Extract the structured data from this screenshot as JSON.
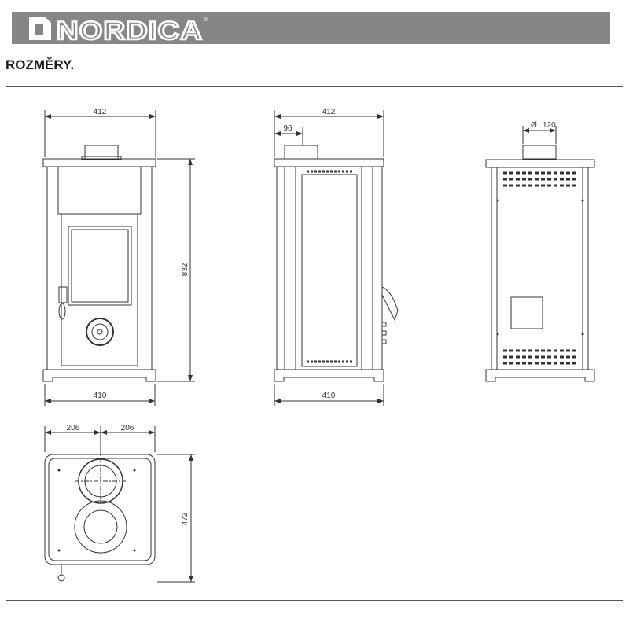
{
  "header": {
    "brand": "NORDICA",
    "registered_mark": "®"
  },
  "title": "ROZMĚRY.",
  "views": {
    "front": {
      "width_top": "412",
      "height": "832",
      "width_base": "410"
    },
    "side": {
      "width_top": "412",
      "flue_offset": "96",
      "width_base": "410"
    },
    "back": {
      "flue_diameter_symbol": "Ø",
      "flue_diameter": "120"
    },
    "top": {
      "half_left": "206",
      "half_right": "206",
      "depth": "472"
    }
  },
  "colors": {
    "header_bg": "#868686",
    "line": "#333333"
  }
}
